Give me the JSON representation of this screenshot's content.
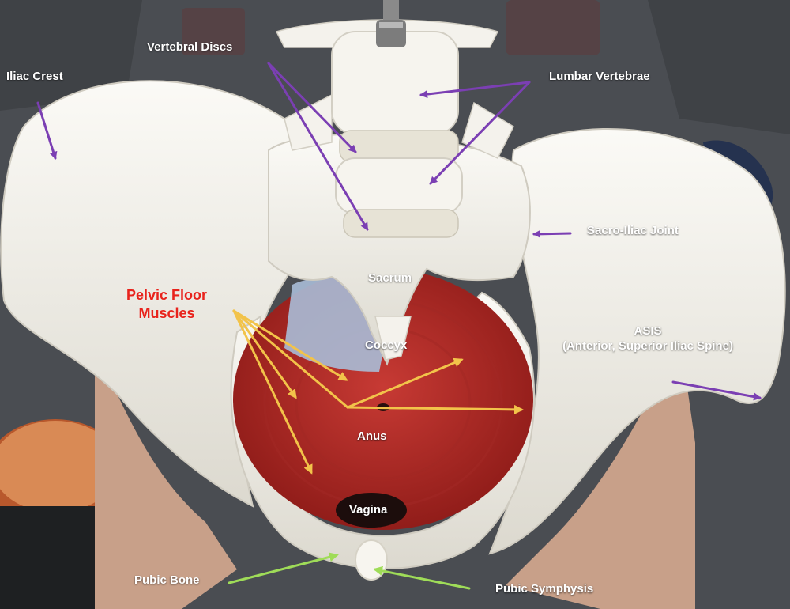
{
  "image": {
    "description_icon": "pelvis-model-photo",
    "colors": {
      "label_text": "#ffffff",
      "label_highlight": "#e8231c",
      "arrow_purple": "#7b3fb3",
      "arrow_yellow": "#f2c34a",
      "arrow_green": "#9fdc58",
      "bone": "#f1efe8",
      "muscle": "#b4231f",
      "shirt": "#4a4d52"
    }
  },
  "labels": {
    "vertebral_discs": "Vertebral Discs",
    "iliac_crest": "Iliac Crest",
    "lumbar_vertebrae": "Lumbar Vertebrae",
    "sacro_iliac_joint": "Sacro-Iliac Joint",
    "sacrum": "Sacrum",
    "pelvic_floor_line1": "Pelvic Floor",
    "pelvic_floor_line2": "Muscles",
    "coccyx": "Coccyx",
    "asis_line1": "ASIS",
    "asis_line2": "(Anterior, Superior Iliac Spine)",
    "anus": "Anus",
    "vagina": "Vagina",
    "pubic_bone": "Pubic Bone",
    "pubic_symphysis": "Pubic Symphysis"
  }
}
